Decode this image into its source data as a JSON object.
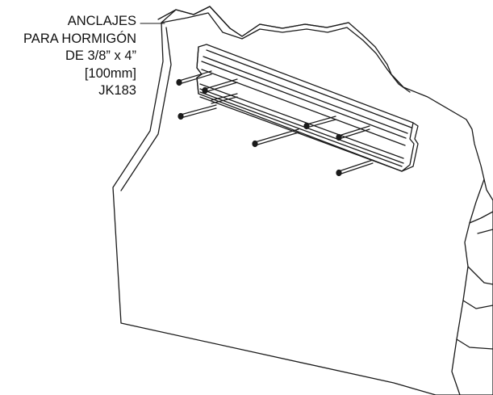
{
  "callout": {
    "lines": [
      "ANCLAJES",
      "PARA HORMIGÓN",
      "DE 3/8” x 4”",
      "[100mm]",
      "JK183"
    ]
  },
  "colors": {
    "ink": "#1a1a1a",
    "background": "#ffffff"
  },
  "components": {
    "wall": "concrete-wall-icon",
    "rail": "mounting-rail-icon",
    "anchor": "concrete-anchor-bolt-icon"
  },
  "anchor_count": 8
}
